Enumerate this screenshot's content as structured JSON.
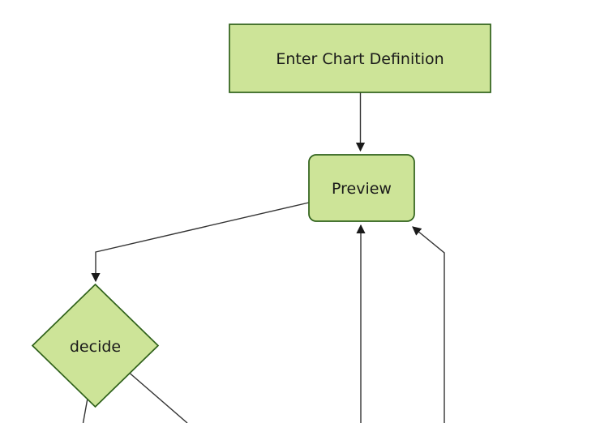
{
  "diagram": {
    "type": "flowchart",
    "direction": "top-down",
    "colors": {
      "background": "#ffffff",
      "node_fill": "#cde498",
      "node_border": "#2f611a",
      "edge_line": "#333333",
      "arrowhead": "#1a1a1a",
      "label_text": "#1a1a1a"
    },
    "nodes": {
      "enter_chart_definition": {
        "label": "Enter Chart Definition",
        "shape": "rectangle"
      },
      "preview": {
        "label": "Preview",
        "shape": "rounded-rectangle"
      },
      "decide": {
        "label": "decide",
        "shape": "diamond"
      }
    },
    "edges": [
      {
        "from": "enter_chart_definition",
        "to": "preview",
        "arrowhead": true
      },
      {
        "from": "preview",
        "to": "decide",
        "arrowhead": true
      },
      {
        "from": "offscreen-bottom-center",
        "to": "preview",
        "arrowhead": true
      },
      {
        "from": "offscreen-bottom-right",
        "to": "preview",
        "arrowhead": true
      },
      {
        "from": "decide",
        "to": "offscreen-bottom-left",
        "arrowhead": false
      },
      {
        "from": "decide",
        "to": "offscreen-bottom-right",
        "arrowhead": false
      }
    ]
  }
}
